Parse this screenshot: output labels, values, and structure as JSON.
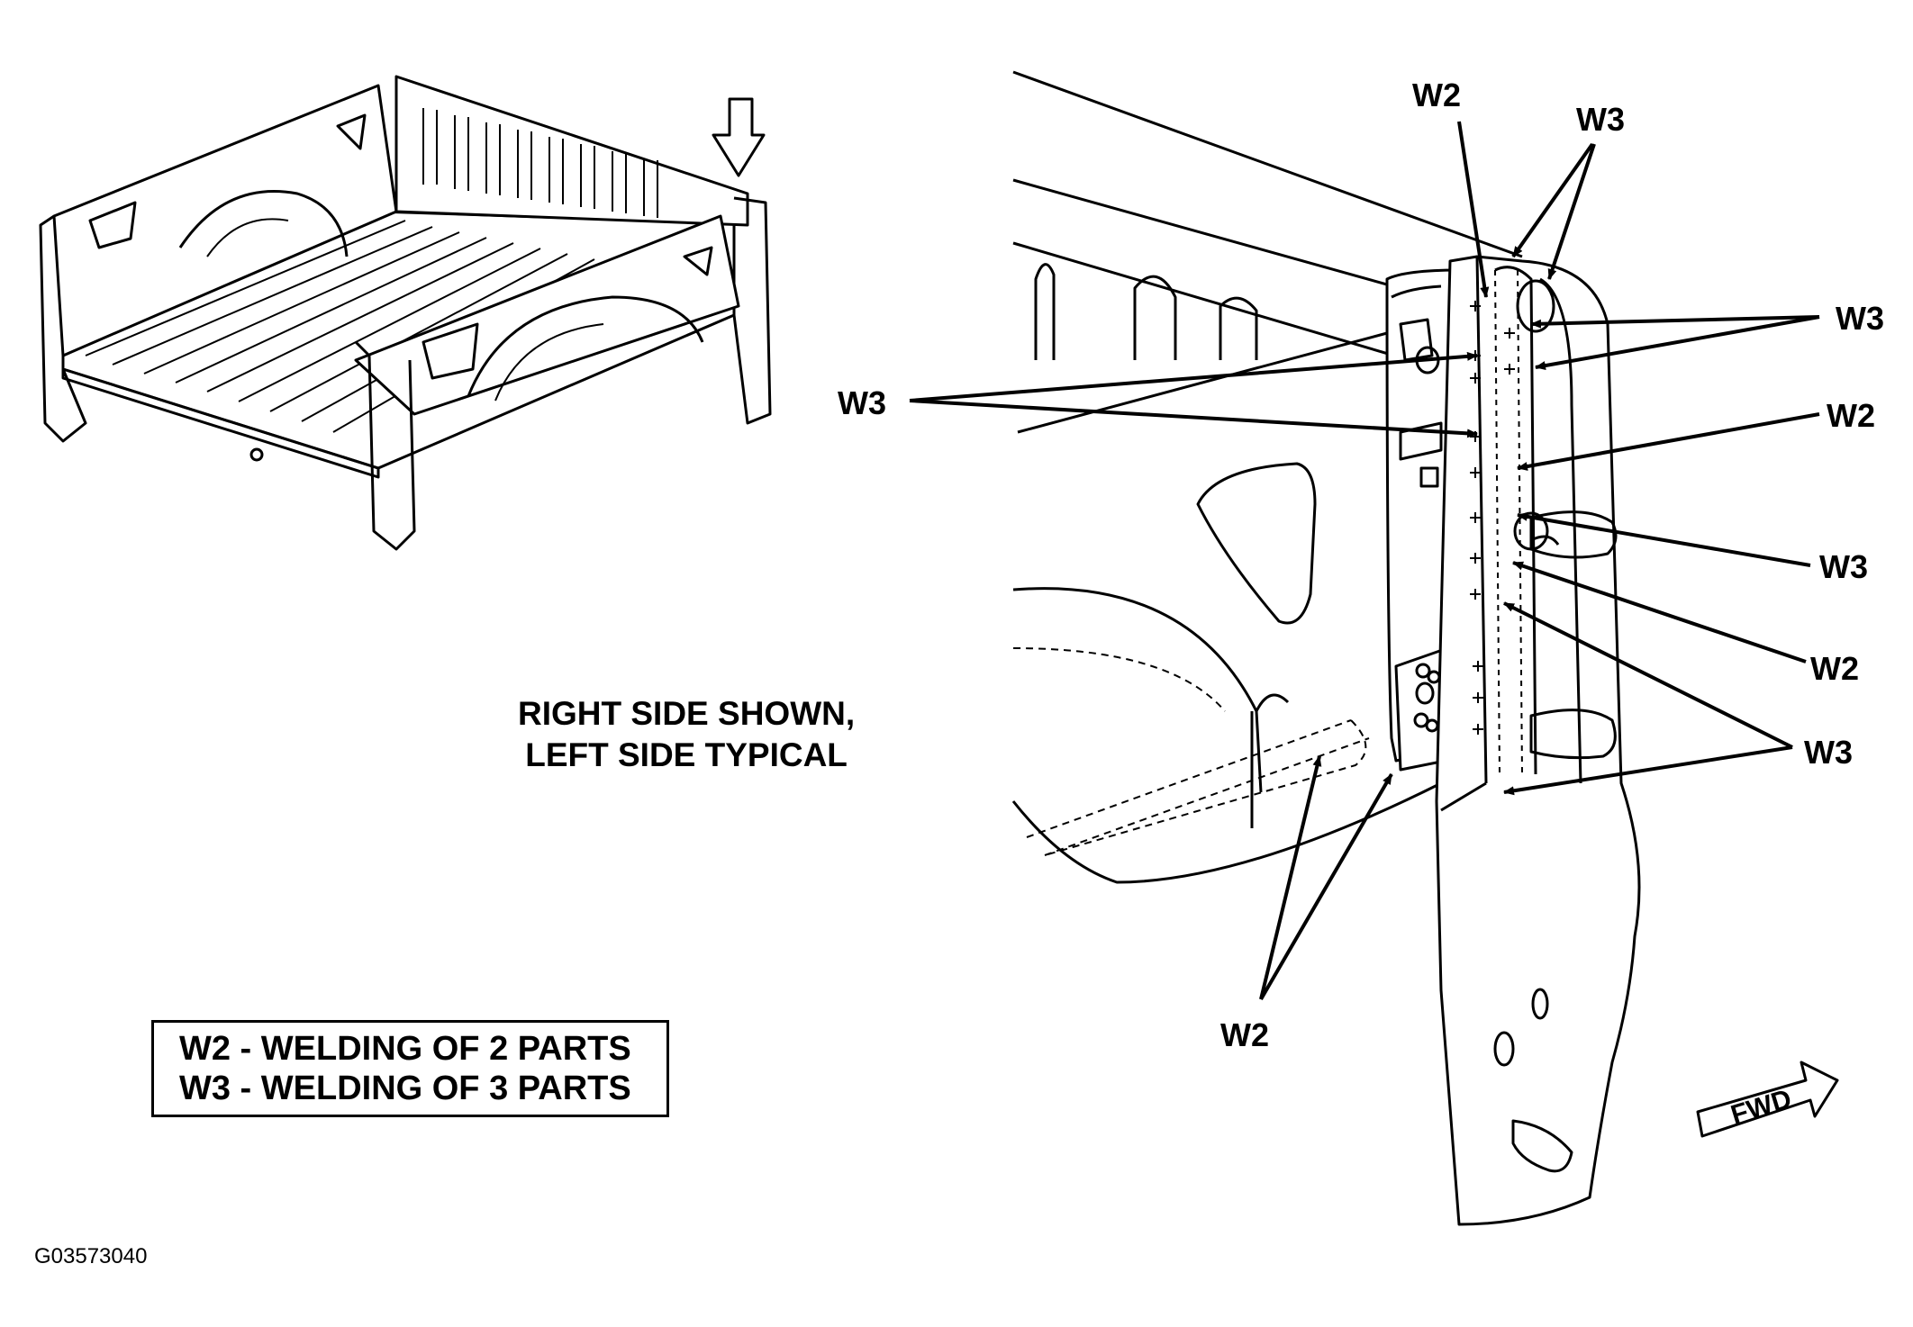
{
  "note": {
    "line1": "RIGHT SIDE SHOWN,",
    "line2": "LEFT SIDE TYPICAL"
  },
  "legend": {
    "w2": "W2 - WELDING OF 2 PARTS",
    "w3": "W3 - WELDING OF 3 PARTS"
  },
  "callouts": {
    "w2_top": "W2",
    "w3_top": "W3",
    "w3_left": "W3",
    "w3_right_1": "W3",
    "w2_right_1": "W2",
    "w3_right_2": "W3",
    "w2_right_2": "W2",
    "w3_right_3": "W3",
    "w2_bottom": "W2"
  },
  "direction_arrow": "FWD",
  "figure_id": "G03573040"
}
